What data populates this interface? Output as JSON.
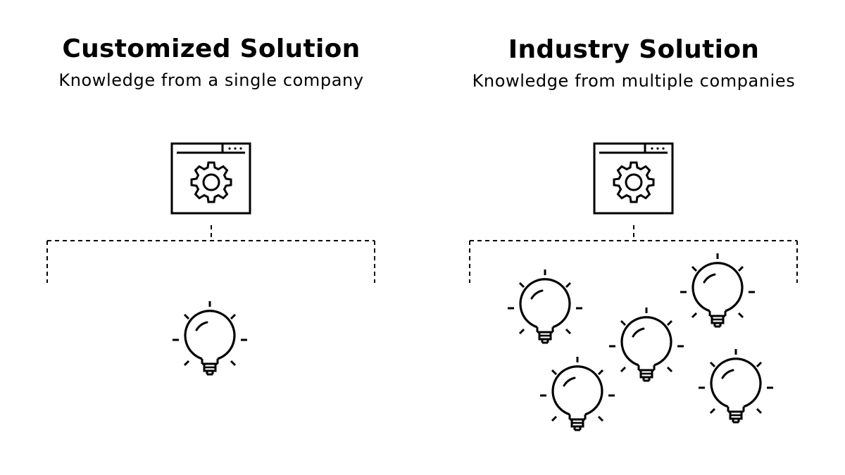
{
  "panels": [
    {
      "title": "Customized Solution",
      "subtitle": "Knowledge from a single company",
      "app_icon": "settings-window-icon",
      "bulb_icon": "lightbulb-icon",
      "bulb_count": 1
    },
    {
      "title": "Industry Solution",
      "subtitle": "Knowledge from multiple companies",
      "app_icon": "settings-window-icon",
      "bulb_icon": "lightbulb-icon",
      "bulb_count": 5
    }
  ],
  "colors": {
    "stroke": "#000000",
    "background": "#ffffff"
  }
}
